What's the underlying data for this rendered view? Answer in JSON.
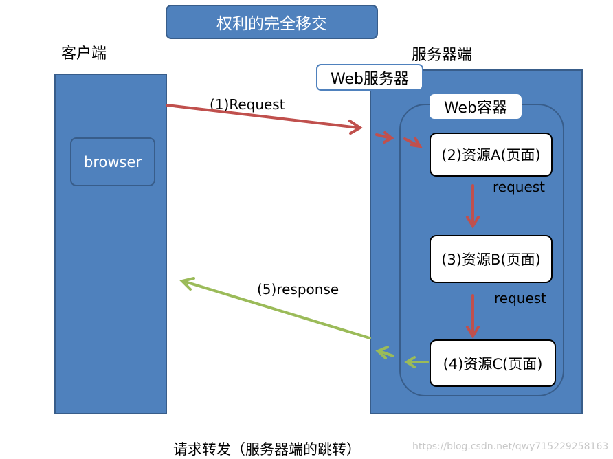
{
  "title": "权利的完全移交",
  "client": {
    "heading": "客户端",
    "browser": "browser"
  },
  "server": {
    "heading": "服务器端",
    "web_server": "Web服务器",
    "web_container": "Web容器",
    "resources": [
      {
        "label": "(2)资源A(页面)"
      },
      {
        "label": "(3)资源B(页面)"
      },
      {
        "label": "(4)资源C(页面)"
      }
    ]
  },
  "arrows": {
    "request_label": "(1)Request",
    "forward_labels": [
      "request",
      "request"
    ],
    "response_label": "(5)response"
  },
  "caption": "请求转发（服务器端的跳转）",
  "watermark": "https://blog.csdn.net/qwy715229258163",
  "colors": {
    "panel": "#4f81bd",
    "panel_border": "#385d8a",
    "request_arrow": "#c0504d",
    "response_arrow": "#9bbb59"
  }
}
